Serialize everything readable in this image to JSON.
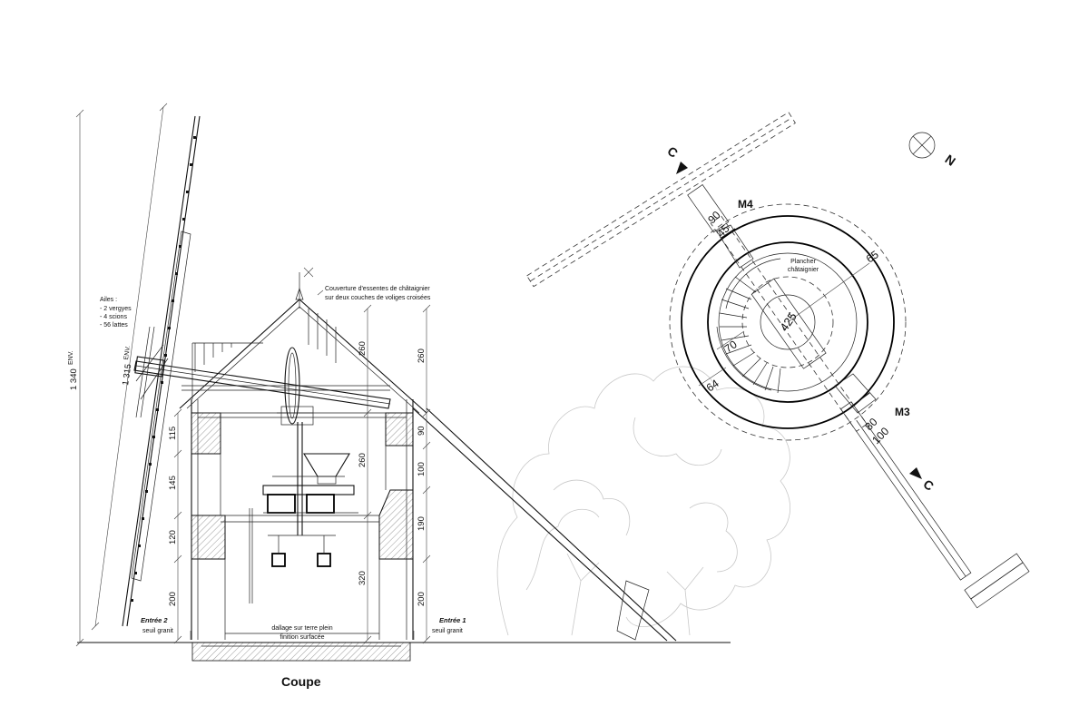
{
  "title": "Coupe",
  "section_markers": {
    "top": "C",
    "bottom": "C"
  },
  "north_label": "N",
  "wall_labels": {
    "m4": "M4",
    "m3": "M3"
  },
  "plan": {
    "floor_label_line1": "Plancher",
    "floor_label_line2": "châtaignier",
    "dims": {
      "d90": "90",
      "d45": "45",
      "d65": "65",
      "d425": "425",
      "d70": "70",
      "d64": "64",
      "d80": "80",
      "d100": "100"
    }
  },
  "section": {
    "roof_note_line1": "Couverture d'essentes de châtaignier",
    "roof_note_line2": "sur deux couches de voliges croisées",
    "wings_note": {
      "title": "Ailes :",
      "line1": "- 2 vergyes",
      "line2": "- 4 scions",
      "line3": "- 56 lattes"
    },
    "overall_height": "1 340",
    "overall_height_sup": "ENV.",
    "wing_height": "1 315",
    "wing_height_sup": "ENV.",
    "entry2_title": "Entrée 2",
    "entry2_sub": "seuil granit",
    "entry1_title": "Entrée 1",
    "entry1_sub": "seuil granit",
    "floor_note_line1": "dallage sur terre plein",
    "floor_note_line2": "finition surfacée",
    "left_dims": {
      "d115": "115",
      "d145": "145",
      "d120": "120",
      "d200": "200"
    },
    "center_dims": {
      "d260a": "260",
      "d260b": "260",
      "d320": "320"
    },
    "right_dims": {
      "d260": "260",
      "d90": "90",
      "d100": "100",
      "d190": "190",
      "d200": "200"
    }
  }
}
